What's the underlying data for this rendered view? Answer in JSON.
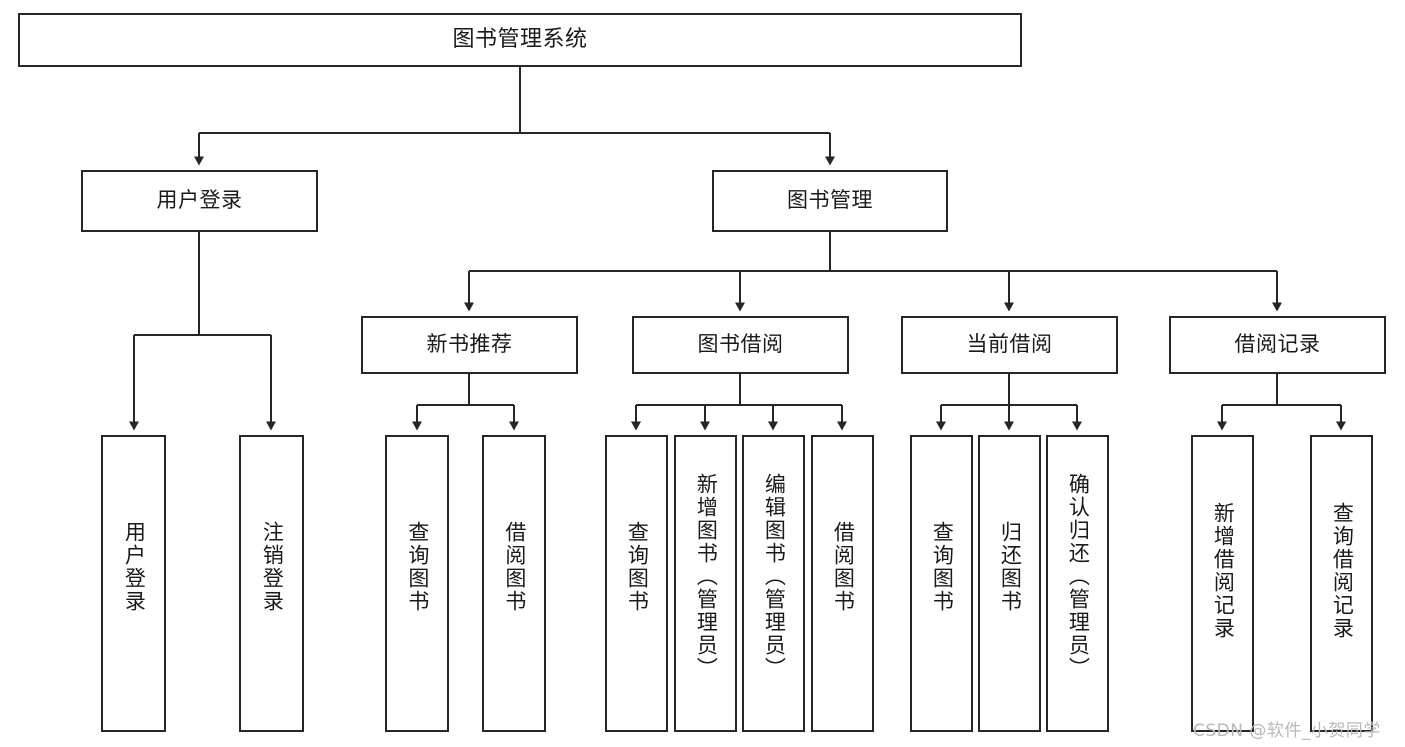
{
  "diagram": {
    "title": "图书管理系统",
    "type": "tree-hierarchy-chart",
    "orientation": "top-down",
    "colors": {
      "box_border": "#262626",
      "box_fill": "#ffffff",
      "edge": "#262626",
      "text": "#1a1a1a",
      "watermark": "#b9b9b9"
    },
    "watermark": "CSDN @软件_小贺同学"
  },
  "nodes": {
    "root": {
      "id": "root",
      "label": "图书管理系统",
      "level": 1,
      "text_direction": "horizontal"
    },
    "level2": [
      {
        "id": "user-login",
        "label": "用户登录",
        "level": 2,
        "text_direction": "horizontal"
      },
      {
        "id": "book-manage",
        "label": "图书管理",
        "level": 2,
        "text_direction": "horizontal"
      }
    ],
    "level3": [
      {
        "id": "new-book-recommend",
        "label": "新书推荐",
        "level": 3,
        "text_direction": "horizontal",
        "parent": "book-manage"
      },
      {
        "id": "book-borrow",
        "label": "图书借阅",
        "level": 3,
        "text_direction": "horizontal",
        "parent": "book-manage"
      },
      {
        "id": "current-borrow",
        "label": "当前借阅",
        "level": 3,
        "text_direction": "horizontal",
        "parent": "book-manage"
      },
      {
        "id": "borrow-record",
        "label": "借阅记录",
        "level": 3,
        "text_direction": "horizontal",
        "parent": "book-manage"
      }
    ],
    "leaves": [
      {
        "id": "leaf-user-login",
        "label": "用户登录",
        "parent": "user-login",
        "text_direction": "vertical"
      },
      {
        "id": "leaf-user-logout",
        "label": "注销登录",
        "parent": "user-login",
        "text_direction": "vertical"
      },
      {
        "id": "leaf-query-book-1",
        "label": "查询图书",
        "parent": "new-book-recommend",
        "text_direction": "vertical"
      },
      {
        "id": "leaf-borrow-book-1",
        "label": "借阅图书",
        "parent": "new-book-recommend",
        "text_direction": "vertical"
      },
      {
        "id": "leaf-query-book-2",
        "label": "查询图书",
        "parent": "book-borrow",
        "text_direction": "vertical"
      },
      {
        "id": "leaf-add-book",
        "label": "新增图书（管理员）",
        "parent": "book-borrow",
        "text_direction": "vertical"
      },
      {
        "id": "leaf-edit-book",
        "label": "编辑图书（管理员）",
        "parent": "book-borrow",
        "text_direction": "vertical"
      },
      {
        "id": "leaf-borrow-book-2",
        "label": "借阅图书",
        "parent": "book-borrow",
        "text_direction": "vertical"
      },
      {
        "id": "leaf-query-book-3",
        "label": "查询图书",
        "parent": "current-borrow",
        "text_direction": "vertical"
      },
      {
        "id": "leaf-return-book",
        "label": "归还图书",
        "parent": "current-borrow",
        "text_direction": "vertical"
      },
      {
        "id": "leaf-confirm-return",
        "label": "确认归还（管理员）",
        "parent": "current-borrow",
        "text_direction": "vertical"
      },
      {
        "id": "leaf-add-record",
        "label": "新增借阅记录",
        "parent": "borrow-record",
        "text_direction": "vertical"
      },
      {
        "id": "leaf-query-record",
        "label": "查询借阅记录",
        "parent": "borrow-record",
        "text_direction": "vertical"
      }
    ]
  }
}
